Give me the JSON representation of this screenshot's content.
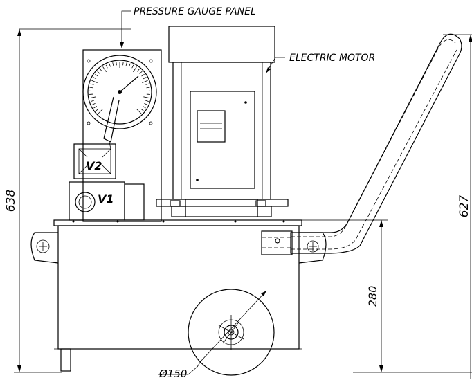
{
  "labels": {
    "pressure_gauge_panel": "PRESSURE GAUGE PANEL",
    "electric_motor": "ELECTRIC MOTOR",
    "valve_1": "V1",
    "valve_2": "V2"
  },
  "dimensions": {
    "overall_height": "638",
    "handle_height": "627",
    "tank_height": "280",
    "wheel_diameter": "Ø150"
  }
}
